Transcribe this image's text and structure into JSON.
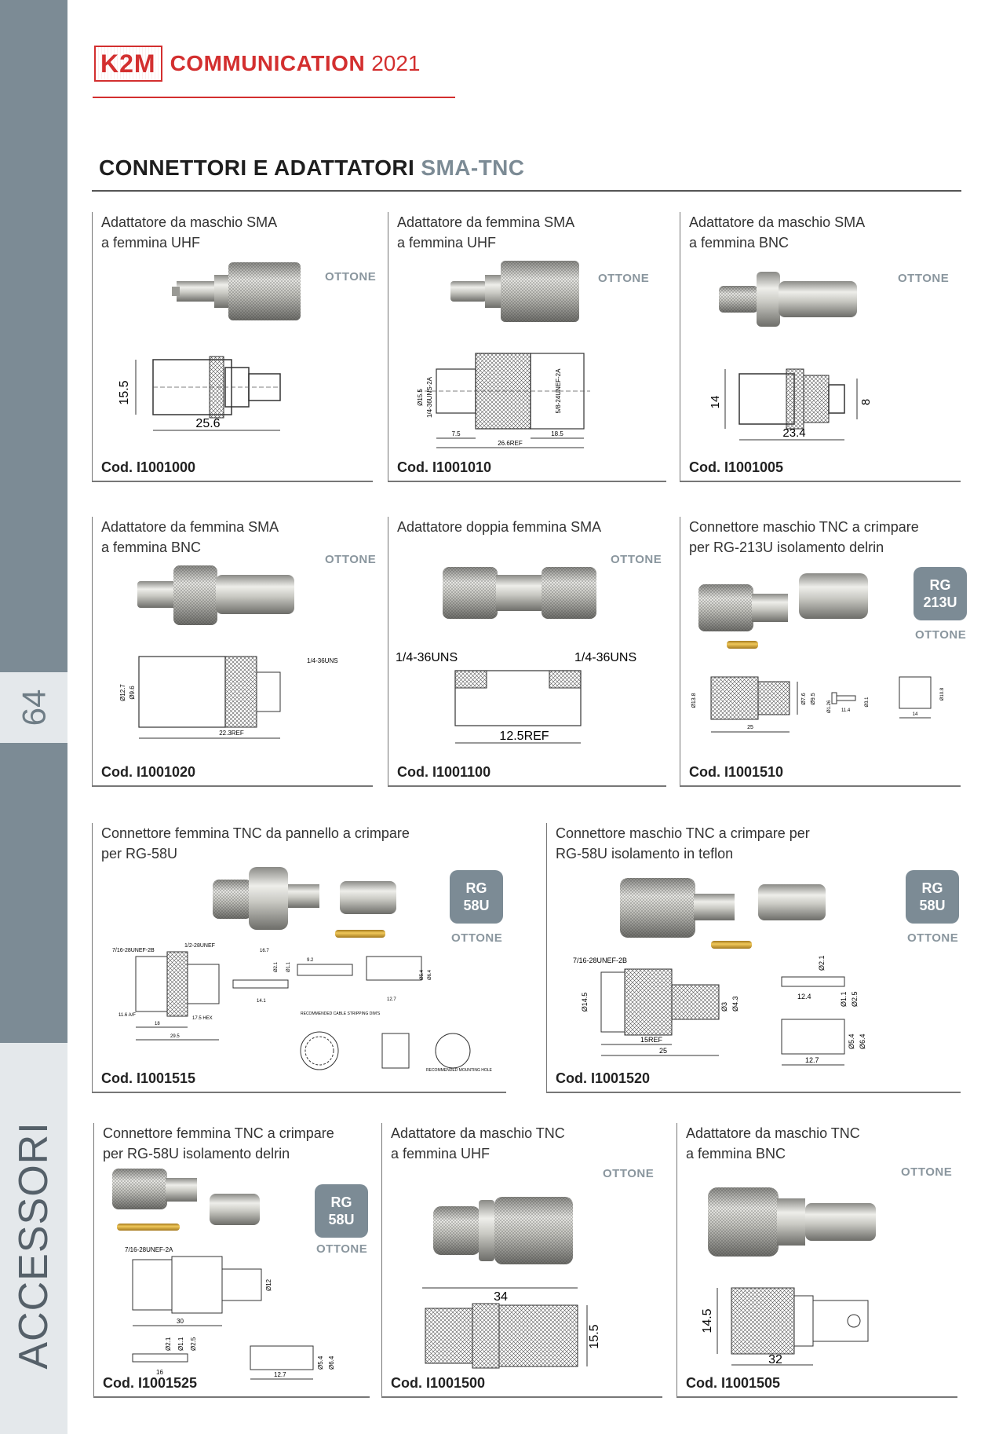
{
  "brand": {
    "logo": "K2M",
    "name": "COMMUNICATION",
    "year": "2021"
  },
  "page": {
    "title_main": "CONNETTORI E ADATTATORI",
    "title_accent": "SMA-TNC",
    "number": "64",
    "section": "ACCESSORI"
  },
  "colors": {
    "sidebar": "#7c8b95",
    "sidebar_light": "#e4e8eb",
    "brand_red": "#d32f2f",
    "badge": "#7c8b95"
  },
  "products": [
    {
      "desc": "Adattatore da maschio SMA\na femmina UHF",
      "code": "Cod. I1001000",
      "material": "OTTONE",
      "dims": [
        "15.5",
        "25.6"
      ]
    },
    {
      "desc": "Adattatore da femmina SMA\na femmina UHF",
      "code": "Cod. I1001010",
      "material": "OTTONE",
      "dims": [
        "Ø15.5",
        "1/4-36UNS-2A",
        "5/8-24UNEF-2A",
        "7.5",
        "18.5",
        "26.6REF"
      ]
    },
    {
      "desc": "Adattatore da maschio SMA\na femmina BNC",
      "code": "Cod. I1001005",
      "material": "OTTONE",
      "dims": [
        "14",
        "8",
        "23.4"
      ]
    },
    {
      "desc": "Adattatore da femmina SMA\na femmina BNC",
      "code": "Cod. I1001020",
      "material": "OTTONE",
      "dims": [
        "1/4-36UNS",
        "Ø12.7",
        "Ø9.6",
        "22.3REF"
      ]
    },
    {
      "desc": "Adattatore doppia femmina SMA",
      "code": "Cod. I1001100",
      "material": "OTTONE",
      "dims": [
        "1/4-36UNS",
        "1/4-36UNS",
        "12.5REF"
      ]
    },
    {
      "desc": "Connettore maschio TNC a crimpare\nper RG-213U isolamento delrin",
      "code": "Cod. I1001510",
      "material": "OTTONE",
      "rg": [
        "RG",
        "213U"
      ],
      "dims": [
        "Ø13.8",
        "25",
        "Ø7.6",
        "Ø9.5",
        "Ø1.26",
        "11.4",
        "Ø3.1",
        "Ø10.8",
        "14"
      ]
    },
    {
      "desc": "Connettore femmina TNC da pannello a crimpare\nper RG-58U",
      "code": "Cod. I1001515",
      "material": "OTTONE",
      "rg": [
        "RG",
        "58U"
      ],
      "dims": [
        "7/16-28UNEF-2B",
        "1/2-28UNEF",
        "11.6 A/F",
        "17.5 HEX",
        "18",
        "29.5",
        "16.7",
        "9.2",
        "14.1",
        "Ø2.1",
        "Ø1.1",
        "12.7",
        "Ø5.4",
        "Ø6.4",
        "RECOMMENDED CABLE STRIPPING DIM'S",
        "RECOMMENDED MOUNTING HOLE"
      ]
    },
    {
      "desc": "Connettore maschio TNC a crimpare per\nRG-58U isolamento in teflon",
      "code": "Cod. I1001520",
      "material": "OTTONE",
      "rg": [
        "RG",
        "58U"
      ],
      "dims": [
        "7/16-28UNEF-2B",
        "Ø14.5",
        "15REF",
        "25",
        "Ø3",
        "Ø4.3",
        "Ø2.1",
        "12.4",
        "Ø1.1",
        "Ø2.5",
        "Ø5.4",
        "Ø6.4",
        "12.7"
      ]
    },
    {
      "desc": "Connettore femmina TNC a crimpare\nper RG-58U isolamento delrin",
      "code": "Cod. I1001525",
      "material": "OTTONE",
      "rg": [
        "RG",
        "58U"
      ],
      "dims": [
        "7/16-28UNEF-2A",
        "30",
        "Ø12",
        "16",
        "Ø2.1",
        "Ø1.1",
        "Ø2.5",
        "12.7",
        "Ø5.4",
        "Ø6.4"
      ]
    },
    {
      "desc": "Adattatore da maschio TNC\na femmina UHF",
      "code": "Cod. I1001500",
      "material": "OTTONE",
      "dims": [
        "34",
        "15.5"
      ]
    },
    {
      "desc": "Adattatore da maschio TNC\na femmina BNC",
      "code": "Cod. I1001505",
      "material": "OTTONE",
      "dims": [
        "14.5",
        "32"
      ]
    }
  ]
}
